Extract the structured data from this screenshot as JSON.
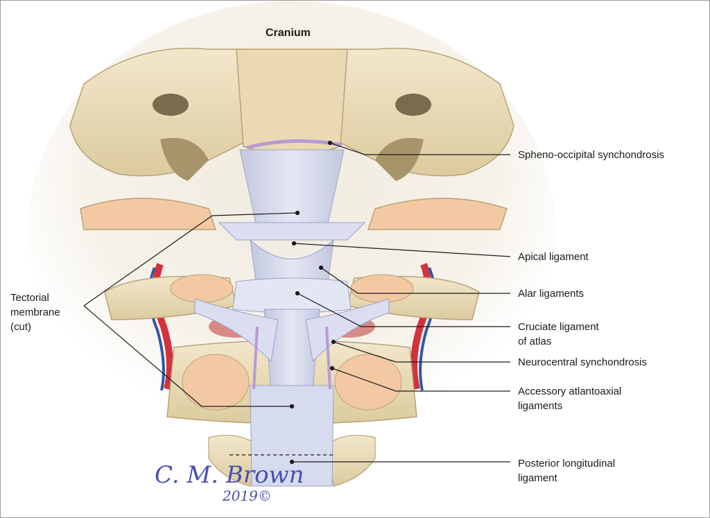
{
  "figure": {
    "title": "Cranium",
    "labels": {
      "spheno_occipital": "Spheno-occipital synchondrosis",
      "apical": "Apical ligament",
      "alar": "Alar ligaments",
      "cruciate": [
        "Cruciate ligament",
        "of atlas"
      ],
      "neurocentral": "Neurocentral synchondrosis",
      "accessory": [
        "Accessory atlantoaxial",
        "ligaments"
      ],
      "posterior_longitudinal": [
        "Posterior longitudinal",
        "ligament"
      ],
      "tectorial": [
        "Tectorial",
        "membrane",
        "(cut)"
      ]
    },
    "signature": {
      "name": "C. M. Brown",
      "year": "2019©"
    }
  },
  "colors": {
    "bone": "#ece0c2",
    "bone_shadow": "#c9b48a",
    "bone_marrow": "#f3c9a3",
    "ligament": "#cfd3e6",
    "ligament_line": "#9aa2c8",
    "synchondrosis": "#b79ad6",
    "artery": "#d2323c",
    "vein": "#2f56a8",
    "disc": "#d88a86",
    "signature_ink": "#4a4fb0"
  }
}
